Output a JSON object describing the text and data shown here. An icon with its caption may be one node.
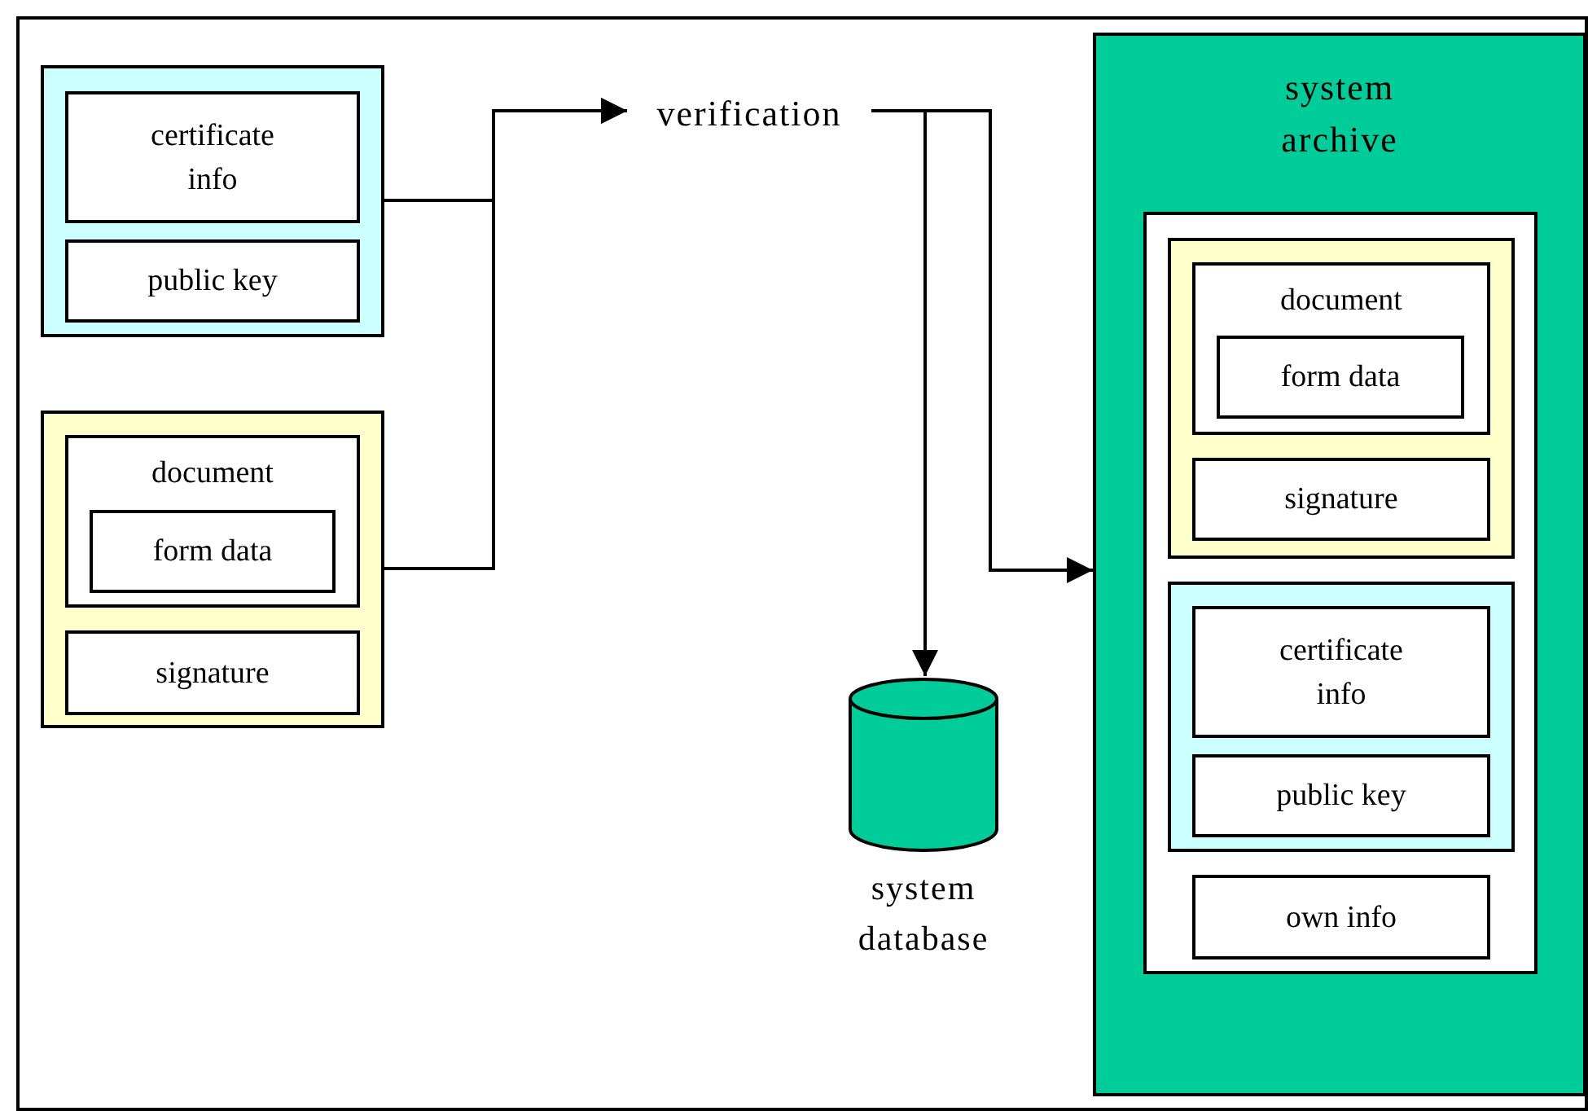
{
  "diagram": {
    "nodes": [
      {
        "text": [],
        "shape": "box"
      },
      {
        "text": [
          "certificate info"
        ],
        "in": 0
      },
      {
        "text": [
          "public key"
        ],
        "in": 0
      },
      {
        "text": [],
        "shape": "box"
      },
      {
        "text": [
          "document"
        ],
        "in": 3
      },
      {
        "text": [
          "form data"
        ],
        "in": 4
      },
      {
        "text": [
          "signature"
        ],
        "in": 3
      },
      {
        "text": [
          "verification"
        ]
      },
      {
        "text": [],
        "shape": "cylinder",
        "beside": [
          "system database"
        ]
      },
      {
        "text": [
          "system archive"
        ]
      },
      {
        "text": [],
        "shape": "box",
        "in": 9
      },
      {
        "text": [],
        "shape": "box",
        "in": 10
      },
      {
        "text": [
          "document"
        ],
        "in": 11
      },
      {
        "text": [
          "form data"
        ],
        "in": 12
      },
      {
        "text": [
          "signature"
        ],
        "in": 11
      },
      {
        "text": [],
        "shape": "box",
        "in": 10
      },
      {
        "text": [
          "certificate info"
        ],
        "in": 15
      },
      {
        "text": [
          "public key"
        ],
        "in": 15
      },
      {
        "text": [
          "own info"
        ],
        "in": 10
      }
    ],
    "edges": [
      {
        "from": 0,
        "to": 7,
        "arrow": "to"
      },
      {
        "from": 3,
        "to": 7,
        "arrow": "to"
      },
      {
        "from": 7,
        "to": 8,
        "arrow": "to"
      },
      {
        "from": 7,
        "to": 9,
        "arrow": "to"
      }
    ]
  }
}
